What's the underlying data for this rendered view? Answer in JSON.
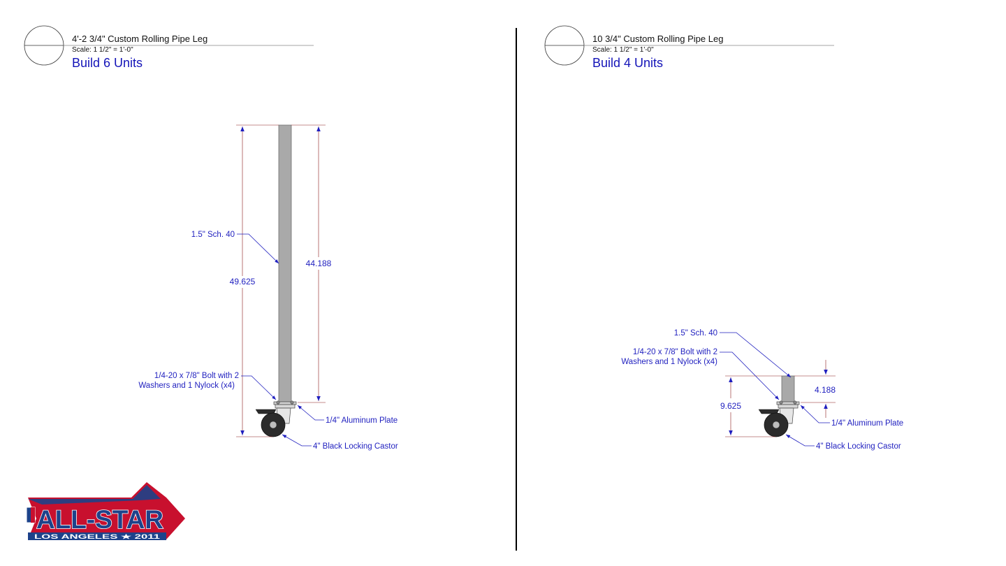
{
  "colors": {
    "annotation": "#1f1fbf",
    "build": "#1414b8",
    "pipe": "#a9a9a9",
    "divider": "#000000",
    "extension_line": "#8b1a1a"
  },
  "left": {
    "title": "4'-2 3/4\" Custom Rolling Pipe Leg",
    "scale": "Scale: 1 1/2\" = 1'-0\"",
    "build": "Build 6 Units",
    "labels": {
      "pipe": "1.5\" Sch. 40",
      "bolt_line1": "1/4-20 x 7/8\" Bolt with 2",
      "bolt_line2": "Washers and 1 Nylock (x4)",
      "plate": "1/4\" Aluminum Plate",
      "castor": "4\" Black Locking Castor"
    },
    "dims": {
      "overall": "49.625",
      "pipe": "44.188"
    }
  },
  "right": {
    "title": "10 3/4\" Custom Rolling Pipe Leg",
    "scale": "Scale: 1 1/2\" = 1'-0\"",
    "build": "Build 4 Units",
    "labels": {
      "pipe": "1.5\" Sch. 40",
      "bolt_line1": "1/4-20 x 7/8\" Bolt with 2",
      "bolt_line2": "Washers and 1 Nylock (x4)",
      "plate": "1/4\" Aluminum Plate",
      "castor": "4\" Black Locking Castor"
    },
    "dims": {
      "overall": "9.625",
      "pipe": "4.188"
    }
  },
  "logo": {
    "name": "ALL-STAR",
    "sub": "LOS ANGELES ★ 2011"
  }
}
